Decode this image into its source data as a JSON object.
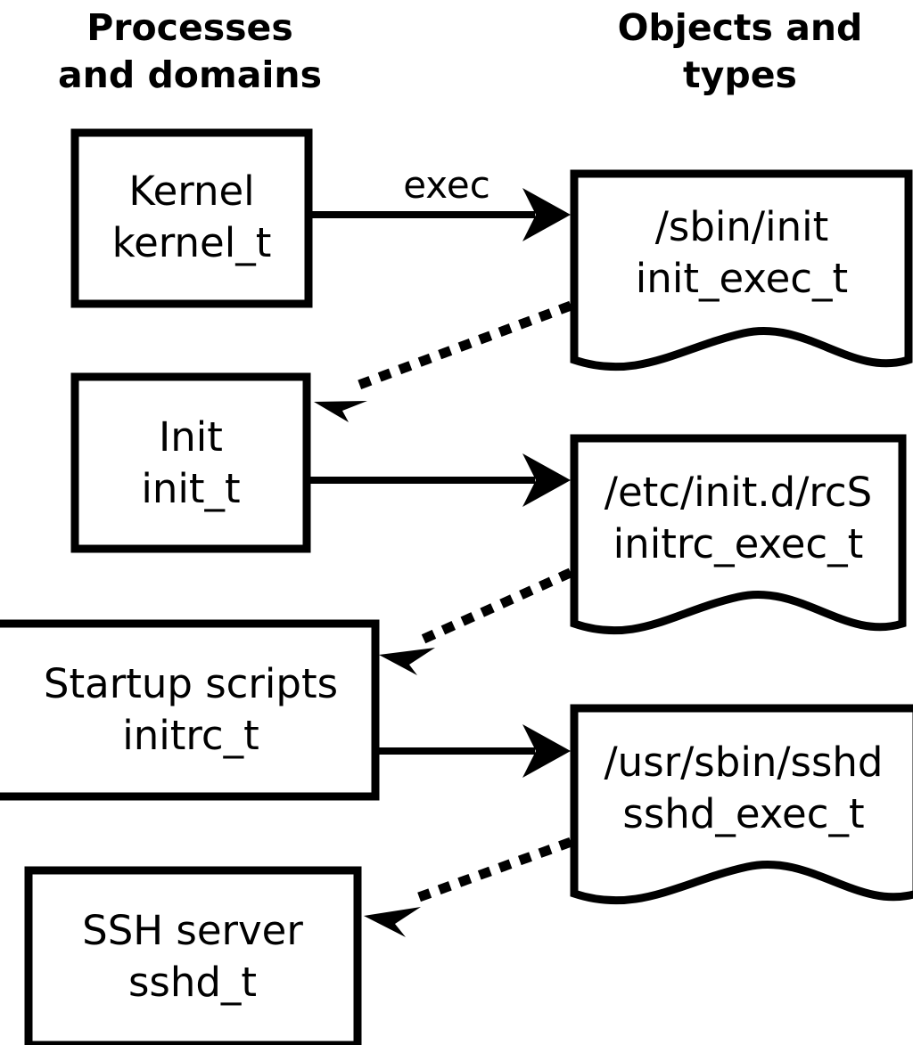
{
  "diagram": {
    "title": "SELinux process domains and object types transition diagram",
    "background_color": "#ffffff",
    "stroke_color": "#000000",
    "columns": [
      {
        "id": "left",
        "header_line1": "Processes",
        "header_line2": "and domains"
      },
      {
        "id": "right",
        "header_line1": "Objects and",
        "header_line2": "types"
      }
    ],
    "process_nodes": [
      {
        "id": "kernel",
        "line1": "Kernel",
        "line2": "kernel_t"
      },
      {
        "id": "init",
        "line1": "Init",
        "line2": "init_t"
      },
      {
        "id": "initrc",
        "line1": "Startup scripts",
        "line2": "initrc_t"
      },
      {
        "id": "sshd",
        "line1": "SSH server",
        "line2": "sshd_t"
      }
    ],
    "object_nodes": [
      {
        "id": "init_exec",
        "line1": "/sbin/init",
        "line2": "init_exec_t"
      },
      {
        "id": "initrc_exec",
        "line1": "/etc/init.d/rcS",
        "line2": "initrc_exec_t"
      },
      {
        "id": "sshd_exec",
        "line1": "/usr/sbin/sshd",
        "line2": "sshd_exec_t"
      }
    ],
    "edges": [
      {
        "id": "kernel-exec-init_exec",
        "from": "kernel",
        "to": "init_exec",
        "label": "exec",
        "style": "solid"
      },
      {
        "id": "init_exec-transition-init",
        "from": "init_exec",
        "to": "init",
        "label": "",
        "style": "dotted"
      },
      {
        "id": "init-exec-initrc_exec",
        "from": "init",
        "to": "initrc_exec",
        "label": "",
        "style": "solid"
      },
      {
        "id": "initrc_exec-transition-initrc",
        "from": "initrc_exec",
        "to": "initrc",
        "label": "",
        "style": "dotted"
      },
      {
        "id": "initrc-exec-sshd_exec",
        "from": "initrc",
        "to": "sshd_exec",
        "label": "",
        "style": "solid"
      },
      {
        "id": "sshd_exec-transition-sshd",
        "from": "sshd_exec",
        "to": "sshd",
        "label": "",
        "style": "dotted"
      }
    ]
  }
}
